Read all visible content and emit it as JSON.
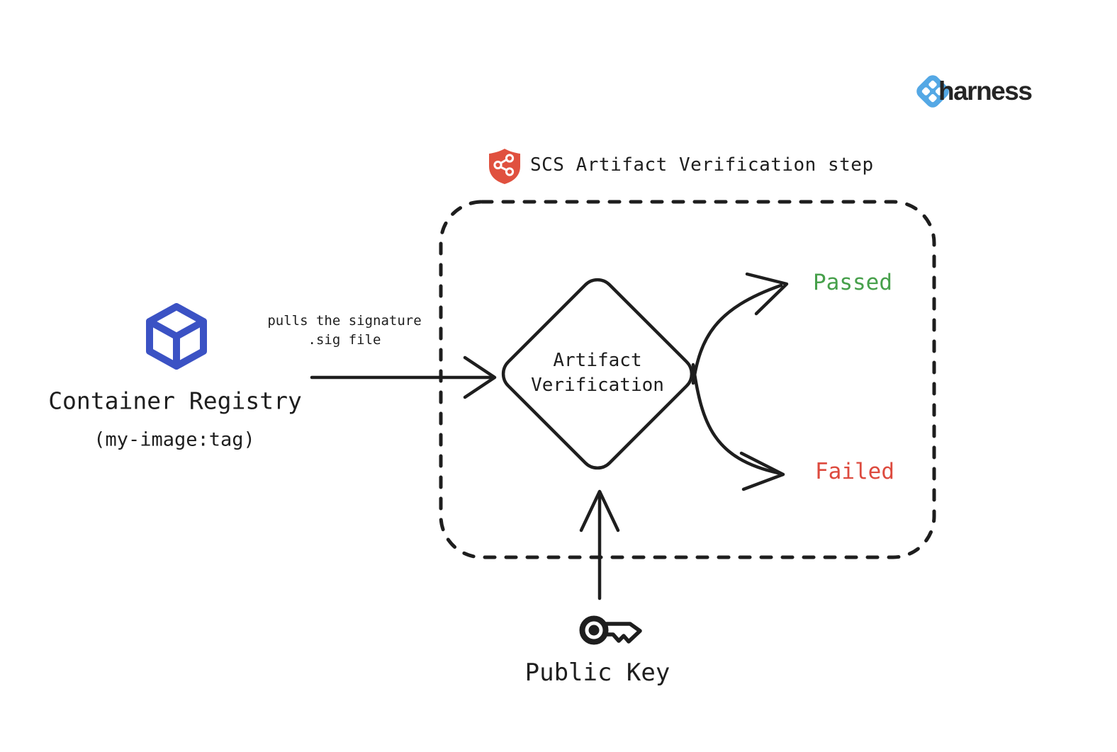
{
  "brand": {
    "name": "harness"
  },
  "header": {
    "title": "SCS Artifact Verification step"
  },
  "registry": {
    "title": "Container Registry",
    "subtitle": "(my-image:tag)"
  },
  "pull_arrow": {
    "label_line1": "pulls the signature",
    "label_line2": ".sig file"
  },
  "verification_node": {
    "line1": "Artifact",
    "line2": "Verification"
  },
  "outcomes": {
    "passed": "Passed",
    "failed": "Failed"
  },
  "public_key": {
    "label": "Public Key"
  },
  "colors": {
    "ink": "#1e1e1e",
    "background": "#ffffff",
    "registry_icon_blue": "#3b52c4",
    "passed_green": "#47a04b",
    "failed_red": "#dd4a3e",
    "shield_red": "#e0513f",
    "harness_blue": "#54a8e5",
    "harness_text": "#252525"
  }
}
